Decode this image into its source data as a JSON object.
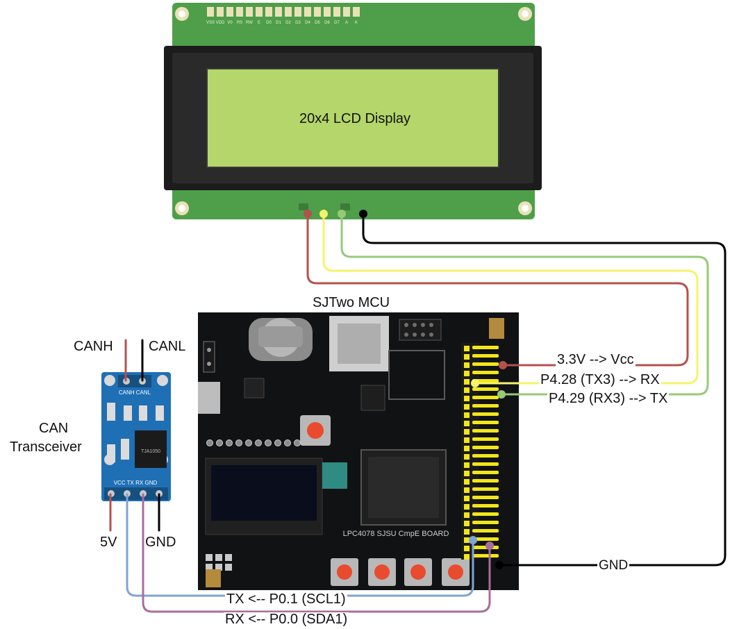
{
  "lcd": {
    "label": "20x4 LCD Display",
    "pin_labels": [
      "VSS",
      "VDD",
      "V0",
      "RS",
      "RW",
      "E",
      "D0",
      "D1",
      "D2",
      "D3",
      "D4",
      "D5",
      "D6",
      "D7",
      "A",
      "K"
    ],
    "colors": {
      "pcb": "#4f9e4a",
      "bezel": "#1c1c1c",
      "screen": "#b4d66a",
      "pad": "#e9e2b8"
    }
  },
  "mcu": {
    "label": "SJTwo MCU",
    "board_text": "LPC4078 SJSU CmpE BOARD",
    "colors": {
      "pcb": "#101214",
      "header": "#f2e61a",
      "button": "#e94b2e"
    }
  },
  "can": {
    "label_line1": "CAN",
    "label_line2": "Transceiver",
    "top_pin_labels": [
      "CANH",
      "CANL"
    ],
    "bottom_pin_labels": [
      "VCC",
      "TX",
      "RX",
      "GND"
    ],
    "chip_text": "TJA1050",
    "colors": {
      "pcb": "#1f6fb5"
    }
  },
  "wires": {
    "colors": {
      "power": "#b5514c",
      "tx_lcd": "#f6f36b",
      "rx_lcd": "#97c977",
      "ground": "#000000",
      "can_tx": "#7fa4d3",
      "can_rx": "#a86d9e"
    }
  },
  "connections": {
    "vcc": "3.3V --> Vcc",
    "lcd_rx": "P4.28 (TX3) --> RX",
    "lcd_tx": "P4.29 (RX3) --> TX",
    "gnd": "GND",
    "can_tx": "TX <-- P0.1 (SCL1)",
    "can_rx": "RX <-- P0.0 (SDA1)",
    "canh": "CANH",
    "canl": "CANL",
    "can_5v": "5V",
    "can_gnd": "GND"
  }
}
